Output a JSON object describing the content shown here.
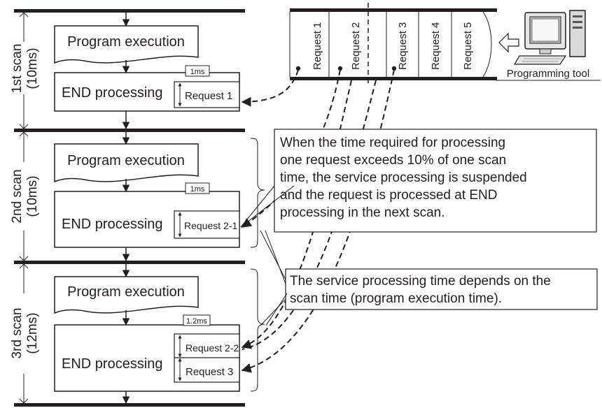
{
  "scans": [
    {
      "label_line1": "1st scan",
      "label_line2": "(10ms)",
      "program_label": "Program execution",
      "end_label": "END processing",
      "time_label": "1ms",
      "requests": [
        "Request 1"
      ]
    },
    {
      "label_line1": "2nd scan",
      "label_line2": "(10ms)",
      "program_label": "Program execution",
      "end_label": "END processing",
      "time_label": "1ms",
      "requests": [
        "Request 2-1"
      ]
    },
    {
      "label_line1": "3rd scan",
      "label_line2": "(12ms)",
      "program_label": "Program execution",
      "end_label": "END processing",
      "time_label": "1.2ms",
      "requests": [
        "Request 2-2",
        "Request 3"
      ]
    }
  ],
  "queue": {
    "items": [
      "Request 1",
      "Request 2",
      "Request 3",
      "Request 4",
      "Request 5"
    ]
  },
  "programming_tool": {
    "label": "Programming tool",
    "icon": "computer-icon"
  },
  "callouts": {
    "suspend": {
      "lines": [
        "When the time required for processing",
        "one request exceeds 10% of one scan",
        "time, the service processing is suspended",
        "and the request is processed at END",
        "processing in the next scan."
      ]
    },
    "depends": {
      "lines": [
        "The service processing time depends on the",
        "scan time (program execution time)."
      ]
    }
  }
}
